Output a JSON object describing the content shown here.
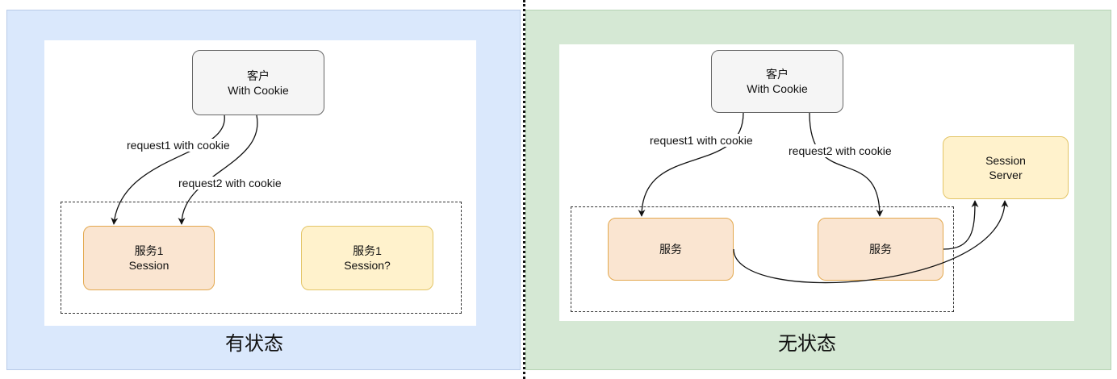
{
  "stateful": {
    "caption": "有状态",
    "client": {
      "line1": "客户",
      "line2": "With Cookie"
    },
    "edge_request1": "request1 with cookie",
    "edge_request2": "request2 with cookie",
    "service_a": {
      "line1": "服务1",
      "line2": "Session"
    },
    "service_b": {
      "line1": "服务1",
      "line2": "Session?"
    }
  },
  "stateless": {
    "caption": "无状态",
    "client": {
      "line1": "客户",
      "line2": "With Cookie"
    },
    "edge_request1": "request1 with cookie",
    "edge_request2": "request2 with cookie",
    "service_a": {
      "line1": "服务"
    },
    "service_b": {
      "line1": "服务"
    },
    "session_server": {
      "line1": "Session",
      "line2": "Server"
    }
  },
  "colors": {
    "stateful_panel": "#dae8fc",
    "stateless_panel": "#d5e8d4",
    "client_fill": "#f5f5f5",
    "service_fill": "#fae5d1",
    "service_stroke": "#e3a84e",
    "session_fill": "#fff2cc",
    "session_stroke": "#e3c567"
  }
}
